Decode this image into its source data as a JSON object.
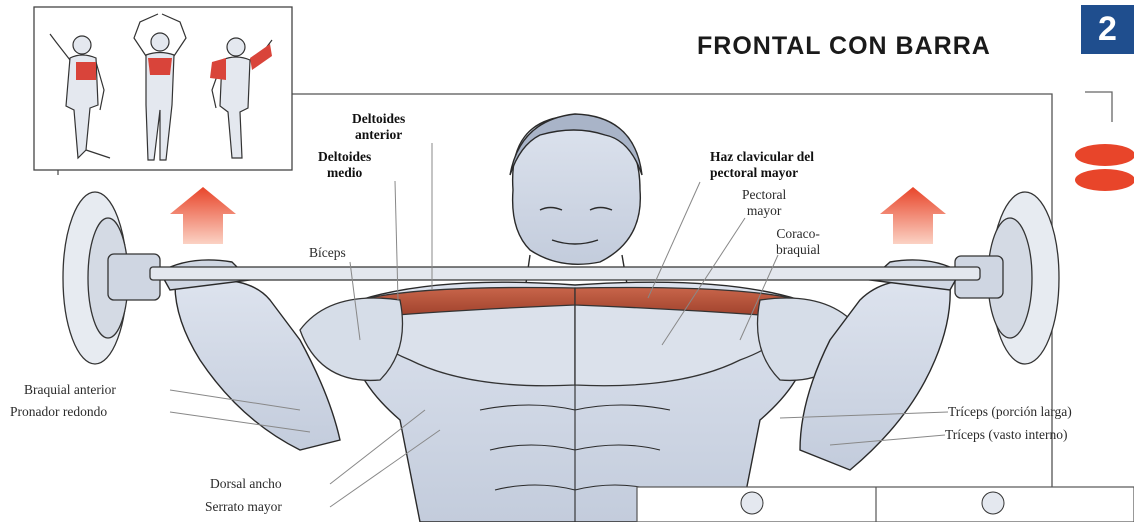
{
  "title": "FRONTAL CON BARRA",
  "page_number": "2",
  "labels": {
    "deltoides_anterior": [
      "Deltoides",
      "anterior"
    ],
    "deltoides_medio": [
      "Deltoides",
      "medio"
    ],
    "haz_clavicular": [
      "Haz clavicular del",
      "pectoral mayor"
    ],
    "pectoral_mayor": [
      "Pectoral",
      "mayor"
    ],
    "coracobraquial": [
      "Coraco-",
      "braquial"
    ],
    "biceps": "Bíceps",
    "braquial_anterior": "Braquial anterior",
    "pronador_redondo": "Pronador redondo",
    "triceps_porcion_larga": "Tríceps (porción larga)",
    "triceps_vasto_interno": "Tríceps (vasto interno)",
    "dorsal_ancho": "Dorsal ancho",
    "serrato_mayor": "Serrato mayor"
  },
  "colors": {
    "accent": "#e8452a",
    "muscle": "#b5533a",
    "badge": "#1f4e8e",
    "line": "#888888"
  },
  "icons": [
    "up-arrow-icon",
    "up-arrow-icon",
    "muscle-group-marker-icon"
  ]
}
